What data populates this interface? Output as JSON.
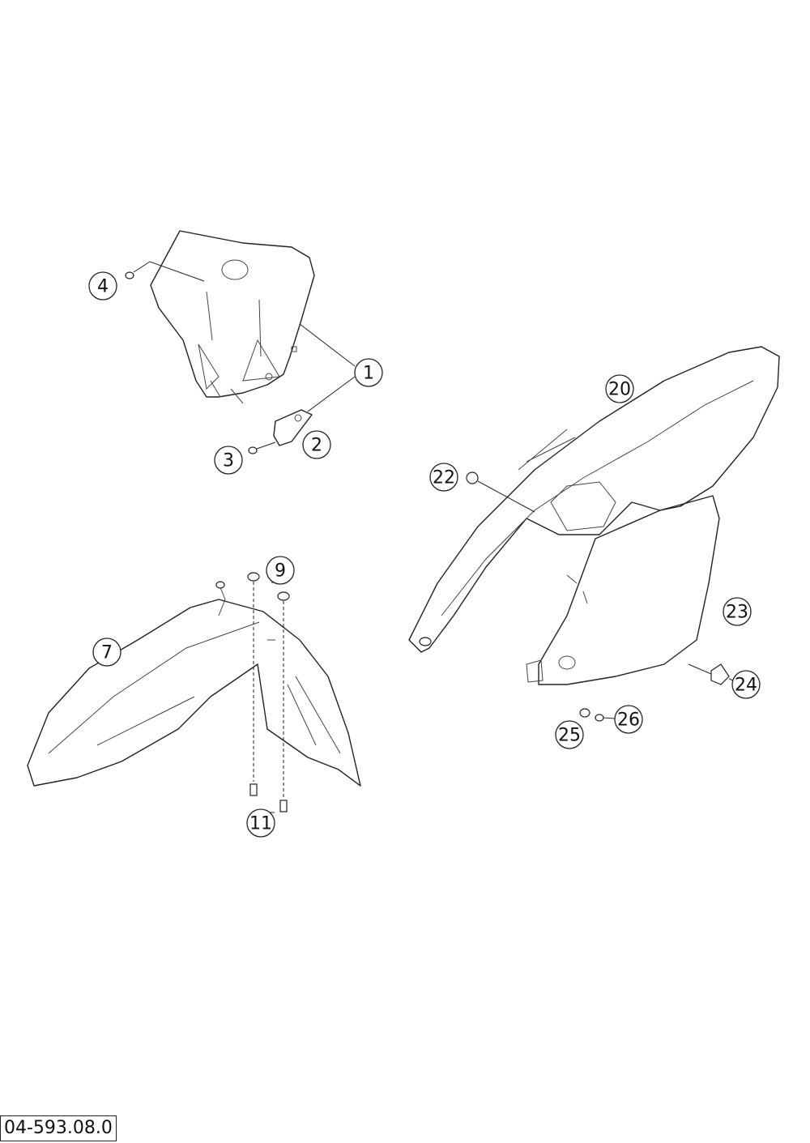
{
  "diagram_code": "04-593.08.0",
  "callouts": {
    "c1": "1",
    "c2": "2",
    "c3": "3",
    "c4": "4",
    "c7": "7",
    "c9": "9",
    "c11": "11",
    "c20": "20",
    "c22": "22",
    "c23": "23",
    "c24": "24",
    "c25": "25",
    "c26": "26"
  }
}
